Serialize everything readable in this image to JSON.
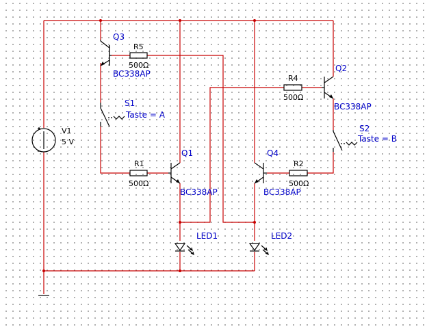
{
  "components": {
    "v1": {
      "ref": "V1",
      "value": "5 V"
    },
    "q1": {
      "ref": "Q1",
      "model": "BC338AP"
    },
    "q2": {
      "ref": "Q2",
      "model": "BC338AP"
    },
    "q3": {
      "ref": "Q3",
      "model": "BC338AP"
    },
    "q4": {
      "ref": "Q4",
      "model": "BC338AP"
    },
    "r1": {
      "ref": "R1",
      "value": "500Ω"
    },
    "r2": {
      "ref": "R2",
      "value": "500Ω"
    },
    "r4": {
      "ref": "R4",
      "value": "500Ω"
    },
    "r5": {
      "ref": "R5",
      "value": "500Ω"
    },
    "s1": {
      "ref": "S1",
      "key": "Taste = A"
    },
    "s2": {
      "ref": "S2",
      "key": "Taste = B"
    },
    "led1": {
      "ref": "LED1"
    },
    "led2": {
      "ref": "LED2"
    }
  },
  "colors": {
    "wire": "#c80000",
    "label": "#0000c8",
    "component": "#000000",
    "grid_dot": "#9a9a9a"
  }
}
